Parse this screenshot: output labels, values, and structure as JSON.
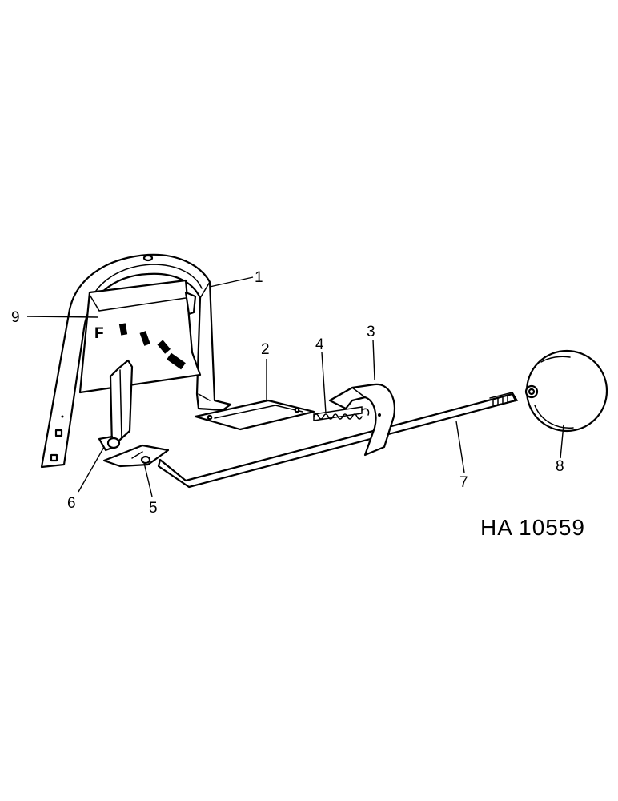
{
  "callouts": {
    "c1": "1",
    "c2": "2",
    "c3": "3",
    "c4": "4",
    "c5": "5",
    "c6": "6",
    "c7": "7",
    "c8": "8",
    "c9": "9"
  },
  "gauge_letter": "F",
  "drawing_code": "HA 10559"
}
